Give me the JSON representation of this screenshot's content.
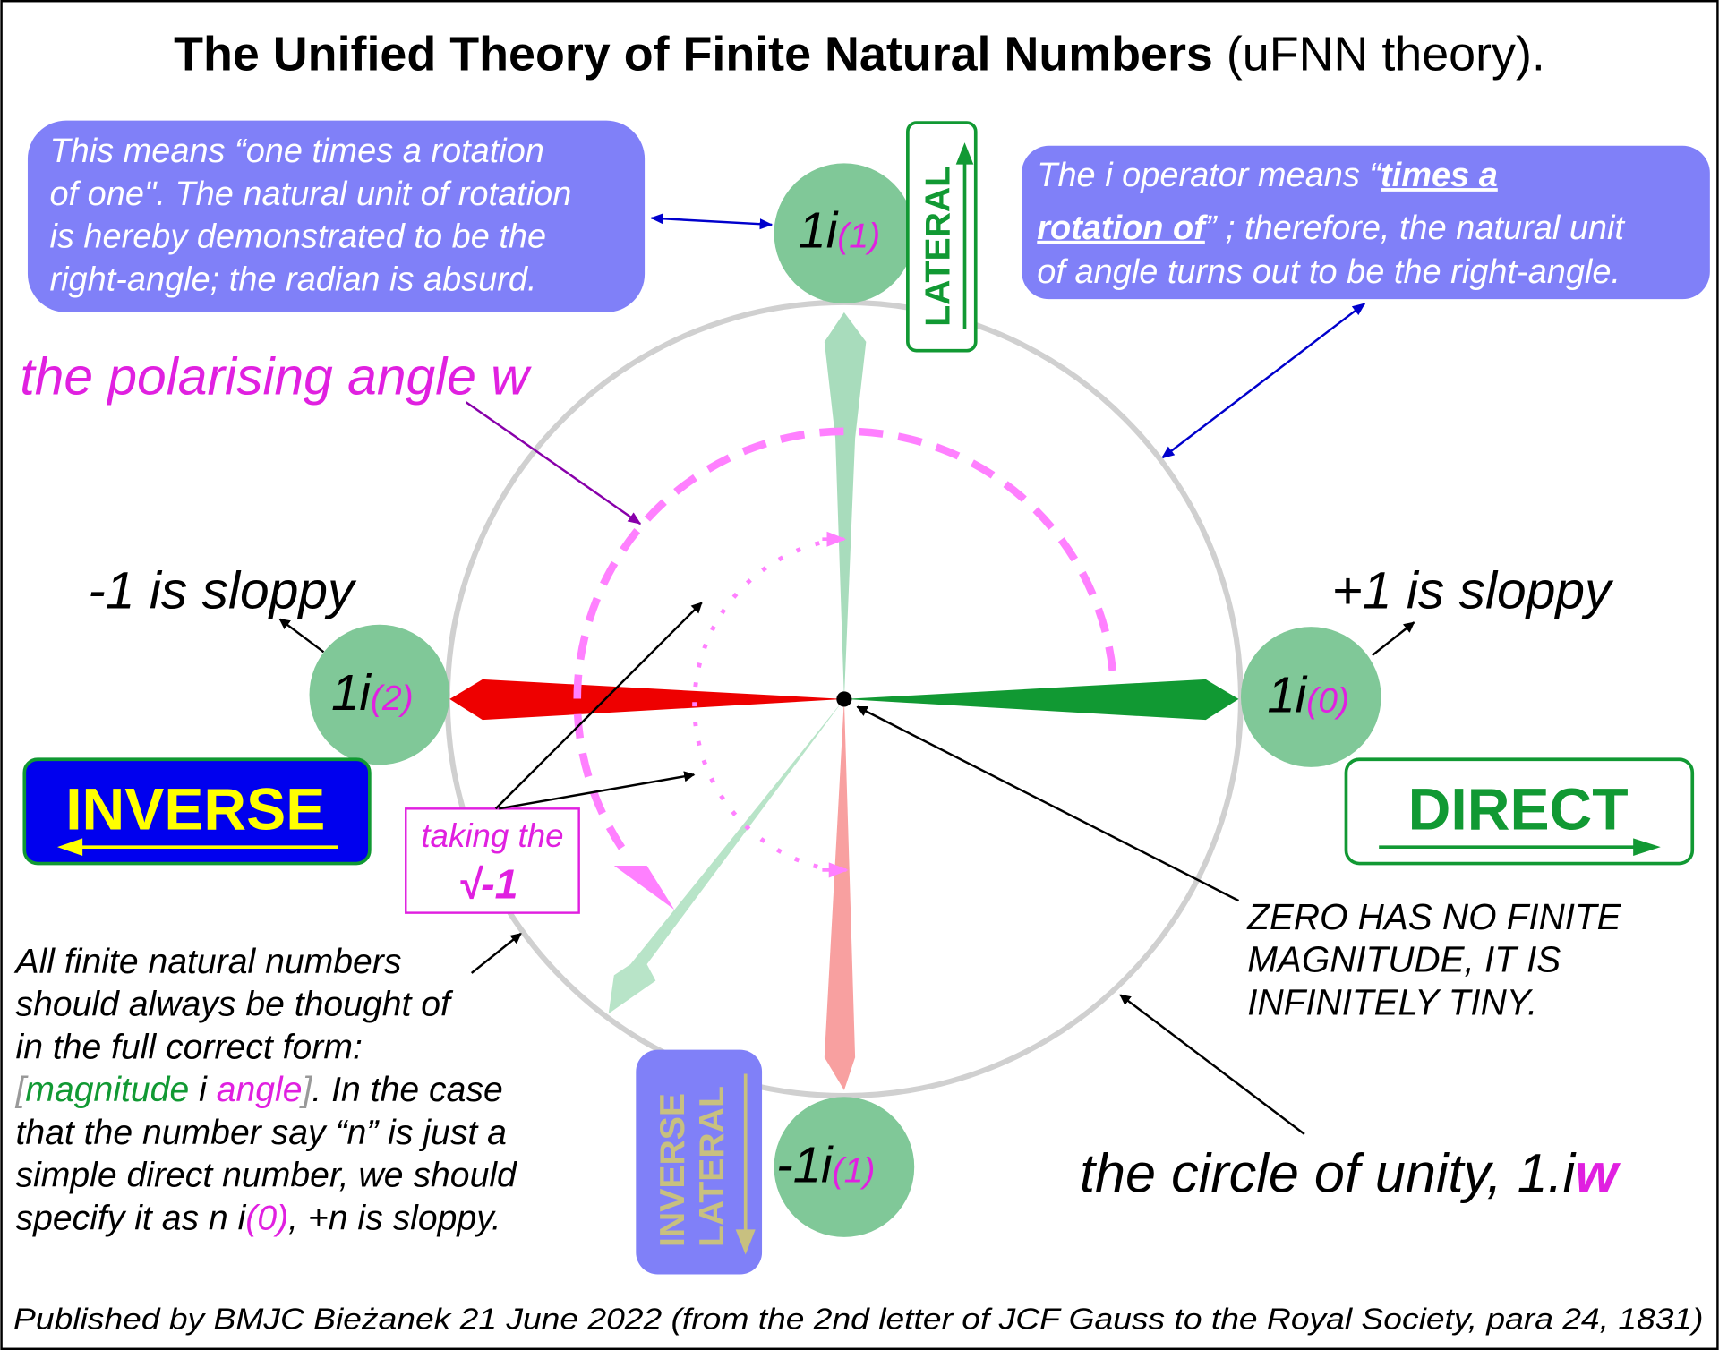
{
  "title": {
    "bold": "The Unified Theory of Finite Natural Numbers",
    "rest": " (uFNN theory)."
  },
  "left_note": {
    "lines": [
      "This means “one times a rotation",
      "of one\". The natural unit of rotation",
      "is hereby demonstrated to be the",
      "right-angle; the radian is absurd."
    ]
  },
  "right_note": {
    "l1_a": "The i operator means “",
    "l1_b": "times a ",
    "l2_a": "rotation of",
    "l2_b": "” ; therefore, the natural unit",
    "l3": "of angle turns out to be the right-angle."
  },
  "nodes": {
    "top": {
      "mag": "1i",
      "angle": "(1)"
    },
    "left": {
      "mag": "1i",
      "angle": "(2)"
    },
    "right": {
      "mag": "1i",
      "angle": "(0)"
    },
    "bottom": {
      "mag": "-1i",
      "angle": "(1)"
    }
  },
  "lateral_label": "LATERAL",
  "inverse_lateral_label": [
    "INVERSE",
    "LATERAL"
  ],
  "polarising_angle": "the polarising angle w",
  "minus_one": "-1 is sloppy",
  "plus_one": "+1 is sloppy",
  "inverse_label": "INVERSE",
  "direct_label": "DIRECT",
  "taking": {
    "line1": "taking the",
    "line2": "√-1"
  },
  "zero_note": [
    "ZERO HAS NO FINITE",
    "MAGNITUDE, IT IS",
    "INFINITELY TINY."
  ],
  "circle_label": {
    "text": "the circle of unity, 1.i",
    "w": "w"
  },
  "paragraph": {
    "l1": "All finite natural numbers",
    "l2": "should always be thought of",
    "l3": "in the full correct form:",
    "l4_open": "[",
    "l4_mag": "magnitude",
    "l4_i": " i ",
    "l4_angle": "angle",
    "l4_close": "]",
    "l4_rest": ". In the case",
    "l5": "that the number say “n” is just a",
    "l6": "simple direct number, we should",
    "l7_a": "specify it as n i",
    "l7_b": "(0)",
    "l7_c": ", +n is sloppy."
  },
  "footer": "Published by BMJC Bieżanek 21 June 2022 (from the 2nd letter of JCF Gauss to the Royal Society, para 24, 1831)",
  "colors": {
    "box": "#8080f8",
    "green": "#119933",
    "magenta": "#e020e0",
    "node": "#80c898"
  }
}
